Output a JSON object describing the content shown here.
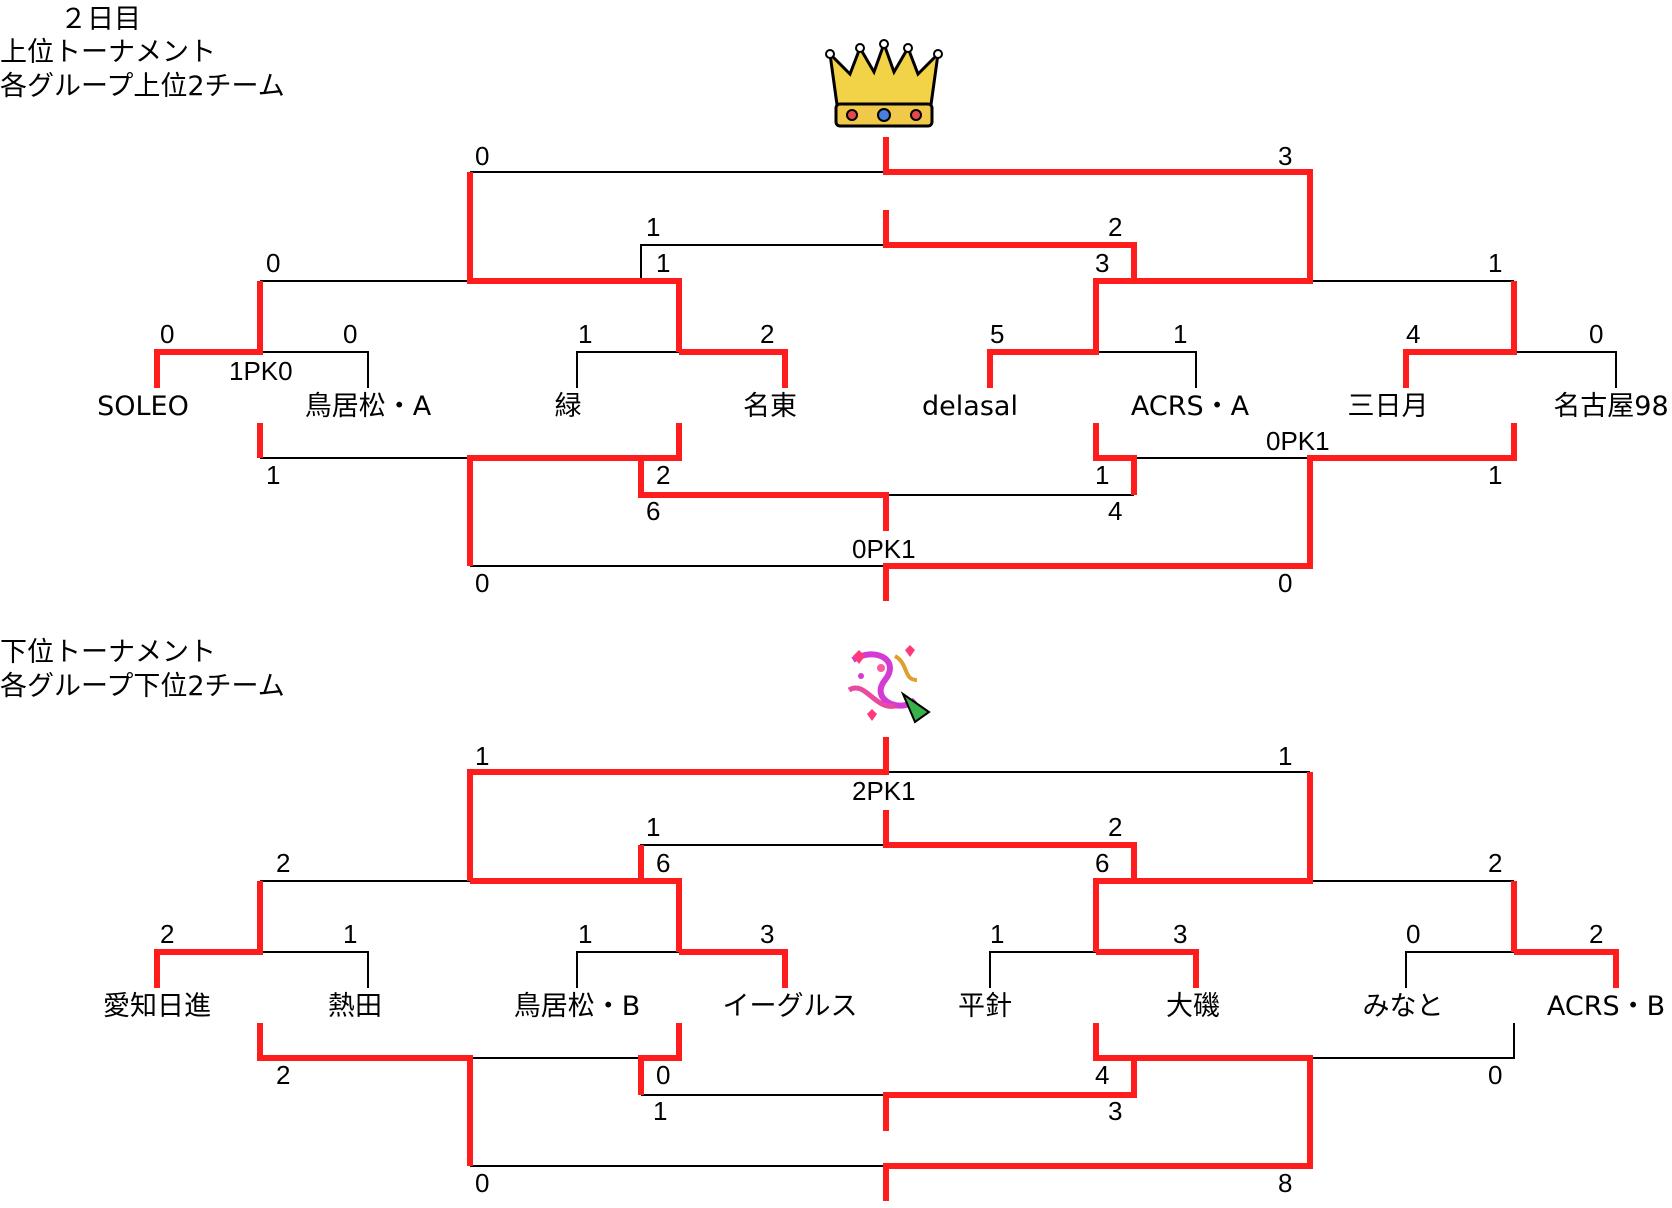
{
  "header": {
    "day": "２日目",
    "upper_title": "上位トーナメント",
    "upper_subtitle": "各グループ上位2チーム",
    "lower_title": "下位トーナメント",
    "lower_subtitle": "各グループ下位2チーム"
  },
  "icons": {
    "upper": "crown-icon",
    "lower": "party-confetti-icon"
  },
  "colors": {
    "winner_path": "#ff1c1c",
    "bracket_line": "#000000"
  },
  "upper": {
    "teams": [
      "SOLEO",
      "鳥居松・A",
      "緑",
      "名東",
      "delasal",
      "ACRS・A",
      "三日月",
      "名古屋98"
    ],
    "scores": {
      "r1m1": [
        "0",
        "0"
      ],
      "r1m1_pk": "1PK0",
      "r1m2": [
        "1",
        "2"
      ],
      "r1m3": [
        "5",
        "1"
      ],
      "r1m4": [
        "4",
        "0"
      ],
      "r2a": [
        "0",
        "1"
      ],
      "r2b": [
        "3",
        "1"
      ],
      "cross_top": [
        "1",
        "2"
      ],
      "final_top": [
        "0",
        "3"
      ],
      "lower_r1a": [
        "1",
        "2"
      ],
      "lower_r1b": [
        "1",
        "1"
      ],
      "lower_r1b_pk": "0PK1",
      "lower_mid": [
        "6",
        "4"
      ],
      "lower_final": [
        "0",
        "0"
      ],
      "lower_final_pk": "0PK1"
    }
  },
  "lower": {
    "teams": [
      "愛知日進",
      "熱田",
      "鳥居松・B",
      "イーグルス",
      "平針",
      "大磯",
      "みなと",
      "ACRS・B"
    ],
    "scores": {
      "r1m1": [
        "2",
        "1"
      ],
      "r1m2": [
        "1",
        "3"
      ],
      "r1m3": [
        "1",
        "3"
      ],
      "r1m4": [
        "0",
        "2"
      ],
      "r2a": [
        "2",
        "6"
      ],
      "r2b": [
        "6",
        "2"
      ],
      "cross_top": [
        "1",
        "2"
      ],
      "final_top": [
        "1",
        "1"
      ],
      "final_top_pk": "2PK1",
      "lower_r1a": [
        "2",
        "0"
      ],
      "lower_r1b": [
        "4",
        "0"
      ],
      "lower_mid": [
        "1",
        "3"
      ],
      "lower_final": [
        "0",
        "8"
      ]
    }
  }
}
